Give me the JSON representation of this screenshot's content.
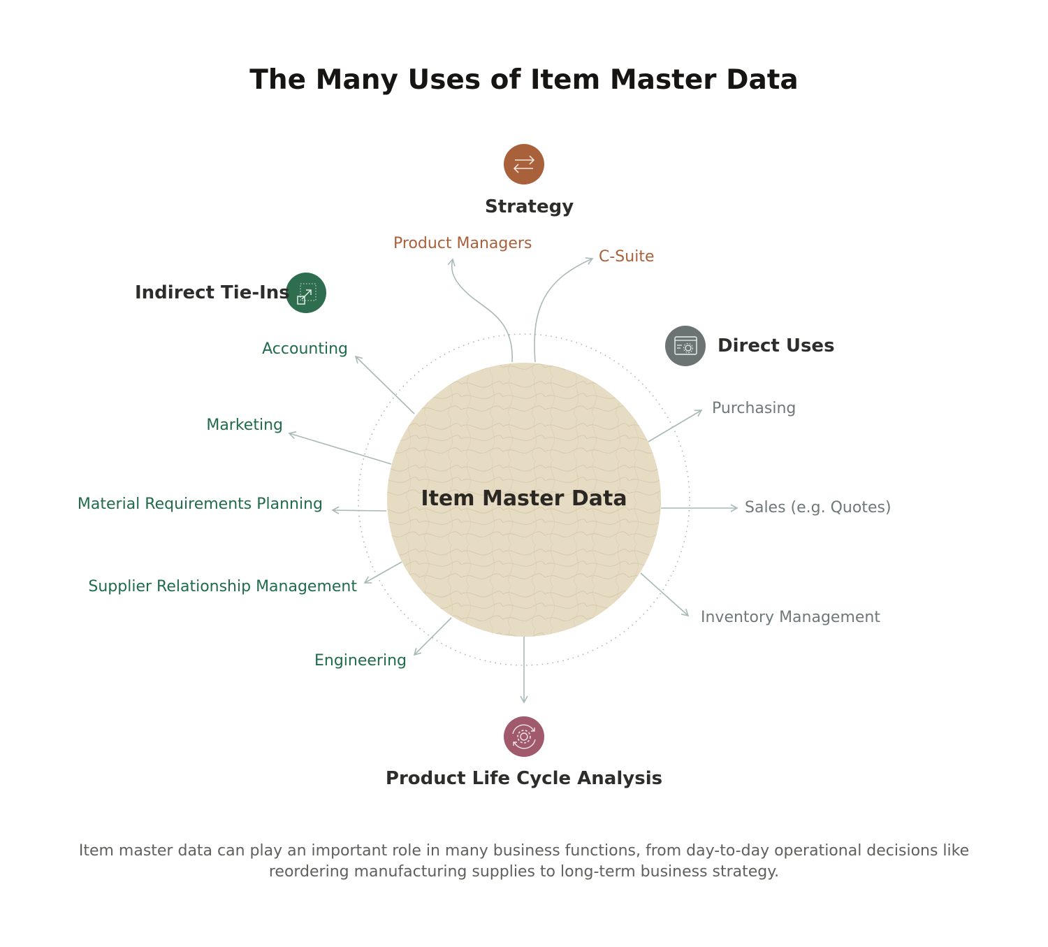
{
  "title": "The Many Uses of Item Master Data",
  "center": {
    "label": "Item Master Data",
    "fill": "#e6dcc4"
  },
  "categories": {
    "strategy": {
      "label": "Strategy",
      "icon": "swap-arrows-icon",
      "color": "#a8613a"
    },
    "indirect": {
      "label": "Indirect Tie-Ins",
      "icon": "external-link-icon",
      "color": "#2e6e4e"
    },
    "direct": {
      "label": "Direct Uses",
      "icon": "browser-gear-icon",
      "color": "#6b7373"
    },
    "lifecycle": {
      "label": "Product Life Cycle Analysis",
      "icon": "cycle-gear-icon",
      "color": "#a15a6b"
    }
  },
  "strategy_items": [
    "Product Managers",
    "C-Suite"
  ],
  "indirect_items": [
    "Accounting",
    "Marketing",
    "Material Requirements Planning",
    "Supplier Relationship Management",
    "Engineering"
  ],
  "direct_items": [
    "Purchasing",
    "Sales (e.g. Quotes)",
    "Inventory Management"
  ],
  "caption": {
    "line1": "Item master data can play an important role in many business functions, from day-to-day operational decisions like",
    "line2": "reordering manufacturing supplies to long-term business strategy."
  },
  "colors": {
    "green_text": "#1f6b4a",
    "orange_text": "#a8613a",
    "grey_text": "#6f7878",
    "arrow": "#a9b9b7",
    "dotted_ring": "#a9b3b2"
  }
}
